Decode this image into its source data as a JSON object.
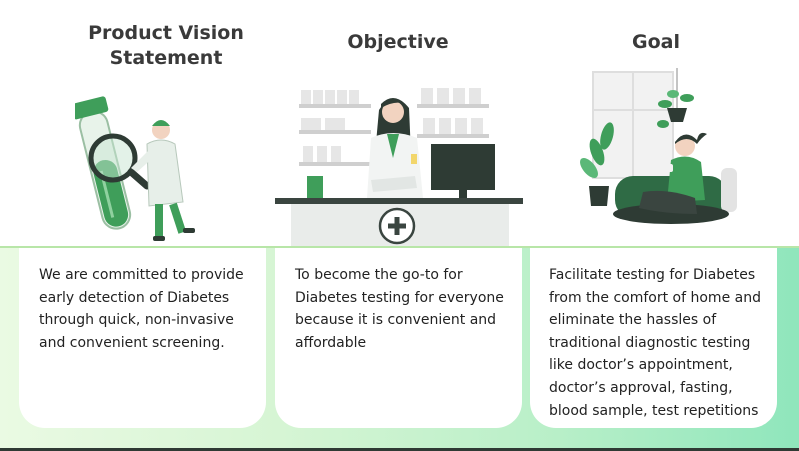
{
  "columns": [
    {
      "heading": "Product Vision Statement",
      "heading_line1": "Product Vision",
      "heading_line2": "Statement",
      "text": "We are committed to provide early detection of Diabetes through quick, non-invasive and convenient screening."
    },
    {
      "heading": "Objective",
      "text": "To become the go-to for Diabetes testing for everyone because it is convenient and affordable"
    },
    {
      "heading": "Goal",
      "text": "Facilitate testing for Diabetes from the comfort of home and eliminate the hassles of traditional diagnostic testing like doctor’s appointment, doctor’s approval, fasting, blood sample, test repetitions"
    }
  ],
  "colors": {
    "accent_green": "#3f9e5a",
    "band_start": "#eafae3",
    "band_end": "#8fe6bc",
    "heading": "#3a3a3a"
  }
}
